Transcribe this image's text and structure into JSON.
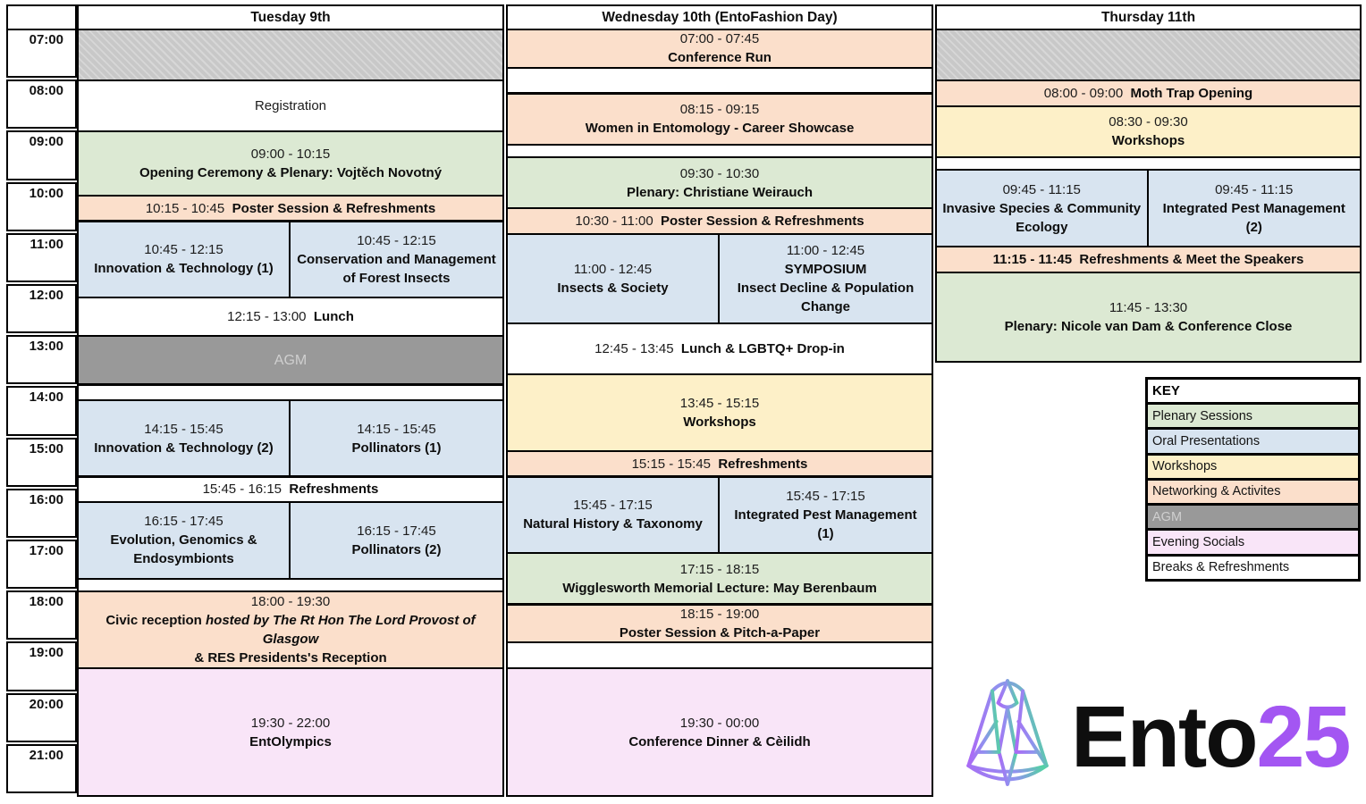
{
  "title": "Ento25 Conference Schedule",
  "colors": {
    "border": "#000000",
    "plenary": "#dce9d3",
    "oral": "#d8e4f0",
    "workshop": "#fdf0c8",
    "networking": "#fbdfcb",
    "agm": "#999999",
    "agm-text": "#cfcfcf",
    "social": "#f9e5f8",
    "break-bg": "#ffffff",
    "unavailable-base": "#c8c8c8",
    "unavailable-stripe": "#d7d7d7",
    "logo-accent": "#a356f2",
    "logo-grad-from": "#a96cf5",
    "logo-grad-mid": "#8f93ee",
    "logo-grad-to": "#52d3a2"
  },
  "time_axis": {
    "labels": [
      "07:00",
      "08:00",
      "09:00",
      "10:00",
      "11:00",
      "12:00",
      "13:00",
      "14:00",
      "15:00",
      "16:00",
      "17:00",
      "18:00",
      "19:00",
      "20:00",
      "21:00"
    ]
  },
  "days": [
    {
      "label": "Tuesday 9th",
      "events": [
        {
          "s": 7,
          "e": 8,
          "type": "unavailable",
          "lines": []
        },
        {
          "s": 8,
          "e": 9,
          "type": "break",
          "lines": [
            [
              {
                "t": "Registration"
              }
            ]
          ]
        },
        {
          "s": 9,
          "e": 10.25,
          "type": "plenary",
          "lines": [
            [
              {
                "t": "09:00 - 10:15"
              }
            ],
            [
              {
                "t": "Opening Ceremony & Plenary: Vojtěch Novotný",
                "b": 1
              }
            ]
          ]
        },
        {
          "s": 10.25,
          "e": 10.75,
          "type": "networking",
          "lines": [
            [
              {
                "t": "10:15 - 10:45  "
              },
              {
                "t": "Poster Session & Refreshments",
                "b": 1
              }
            ]
          ]
        },
        {
          "s": 10.75,
          "e": 12.25,
          "type": "oral",
          "half": "left",
          "lines": [
            [
              {
                "t": "10:45 - 12:15"
              }
            ],
            [
              {
                "t": "Innovation & Technology (1)",
                "b": 1
              }
            ]
          ]
        },
        {
          "s": 10.75,
          "e": 12.25,
          "type": "oral",
          "half": "right",
          "lines": [
            [
              {
                "t": "10:45 - 12:15"
              }
            ],
            [
              {
                "t": "Conservation and Management of Forest Insects",
                "b": 1
              }
            ]
          ]
        },
        {
          "s": 12.25,
          "e": 13,
          "type": "break",
          "lines": [
            [
              {
                "t": "12:15 - 13:00  "
              },
              {
                "t": "Lunch",
                "b": 1
              }
            ]
          ]
        },
        {
          "s": 13,
          "e": 13.95,
          "type": "agm",
          "lines": [
            [
              {
                "t": "AGM"
              }
            ]
          ]
        },
        {
          "s": 13.95,
          "e": 14.25,
          "type": "break",
          "lines": []
        },
        {
          "s": 14.25,
          "e": 15.75,
          "type": "oral",
          "half": "left",
          "lines": [
            [
              {
                "t": "14:15 - 15:45"
              }
            ],
            [
              {
                "t": "Innovation & Technology (2)",
                "b": 1
              }
            ]
          ]
        },
        {
          "s": 14.25,
          "e": 15.75,
          "type": "oral",
          "half": "right",
          "lines": [
            [
              {
                "t": "14:15 - 15:45"
              }
            ],
            [
              {
                "t": "Pollinators (1)",
                "b": 1
              }
            ]
          ]
        },
        {
          "s": 15.75,
          "e": 16.25,
          "type": "break",
          "lines": [
            [
              {
                "t": "15:45 - 16:15  "
              },
              {
                "t": "Refreshments",
                "b": 1
              }
            ]
          ]
        },
        {
          "s": 16.25,
          "e": 17.75,
          "type": "oral",
          "half": "left",
          "lines": [
            [
              {
                "t": "16:15 - 17:45"
              }
            ],
            [
              {
                "t": "Evolution, Genomics & Endosymbionts",
                "b": 1
              }
            ]
          ]
        },
        {
          "s": 16.25,
          "e": 17.75,
          "type": "oral",
          "half": "right",
          "lines": [
            [
              {
                "t": "16:15 - 17:45"
              }
            ],
            [
              {
                "t": "Pollinators (2)",
                "b": 1
              }
            ]
          ]
        },
        {
          "s": 17.75,
          "e": 18,
          "type": "break",
          "lines": []
        },
        {
          "s": 18,
          "e": 19.5,
          "type": "networking",
          "lines": [
            [
              {
                "t": "18:00 - 19:30"
              }
            ],
            [
              {
                "t": "Civic reception ",
                "b": 1
              },
              {
                "t": "hosted by The Rt Hon The Lord Provost of Glasgow",
                "b": 1,
                "i": 1
              }
            ],
            [
              {
                "t": "& RES Presidents's Reception",
                "b": 1
              }
            ]
          ]
        },
        {
          "s": 19.5,
          "e": 22,
          "type": "social",
          "lines": [
            [
              {
                "t": "19:30 - 22:00"
              }
            ],
            [
              {
                "t": "EntOlympics",
                "b": 1
              }
            ]
          ]
        }
      ]
    },
    {
      "label": "Wednesday 10th (EntoFashion Day)",
      "events": [
        {
          "s": 7,
          "e": 7.75,
          "type": "networking",
          "lines": [
            [
              {
                "t": "07:00 - 07:45"
              }
            ],
            [
              {
                "t": "Conference Run",
                "b": 1
              }
            ]
          ]
        },
        {
          "s": 7.75,
          "e": 8.25,
          "type": "break",
          "lines": []
        },
        {
          "s": 8.25,
          "e": 9.25,
          "type": "networking",
          "lines": [
            [
              {
                "t": "08:15 - 09:15"
              }
            ],
            [
              {
                "t": "Women in Entomology - Career Showcase",
                "b": 1
              }
            ]
          ]
        },
        {
          "s": 9.25,
          "e": 9.5,
          "type": "break",
          "lines": []
        },
        {
          "s": 9.5,
          "e": 10.5,
          "type": "plenary",
          "lines": [
            [
              {
                "t": "09:30 - 10:30"
              }
            ],
            [
              {
                "t": "Plenary: Christiane Weirauch",
                "b": 1
              }
            ]
          ]
        },
        {
          "s": 10.5,
          "e": 11,
          "type": "networking",
          "lines": [
            [
              {
                "t": "10:30 - 11:00  "
              },
              {
                "t": "Poster Session & Refreshments",
                "b": 1
              }
            ]
          ]
        },
        {
          "s": 11,
          "e": 12.75,
          "type": "oral",
          "half": "left",
          "lines": [
            [
              {
                "t": "11:00 - 12:45"
              }
            ],
            [
              {
                "t": "Insects & Society",
                "b": 1
              }
            ]
          ]
        },
        {
          "s": 11,
          "e": 12.75,
          "type": "oral",
          "half": "right",
          "lines": [
            [
              {
                "t": "11:00 - 12:45"
              }
            ],
            [
              {
                "t": "SYMPOSIUM",
                "b": 1
              }
            ],
            [
              {
                "t": "Insect Decline & Population Change",
                "b": 1
              }
            ]
          ]
        },
        {
          "s": 12.75,
          "e": 13.75,
          "type": "break",
          "lines": [
            [
              {
                "t": "12:45 - 13:45  "
              },
              {
                "t": "Lunch & LGBTQ+ Drop-in",
                "b": 1
              }
            ]
          ]
        },
        {
          "s": 13.75,
          "e": 15.25,
          "type": "workshop",
          "lines": [
            [
              {
                "t": "13:45 - 15:15"
              }
            ],
            [
              {
                "t": "Workshops",
                "b": 1
              }
            ]
          ]
        },
        {
          "s": 15.25,
          "e": 15.75,
          "type": "networking",
          "lines": [
            [
              {
                "t": "15:15 - 15:45  "
              },
              {
                "t": "Refreshments",
                "b": 1
              }
            ]
          ]
        },
        {
          "s": 15.75,
          "e": 17.25,
          "type": "oral",
          "half": "left",
          "lines": [
            [
              {
                "t": "15:45 - 17:15"
              }
            ],
            [
              {
                "t": "Natural History & Taxonomy",
                "b": 1
              }
            ]
          ]
        },
        {
          "s": 15.75,
          "e": 17.25,
          "type": "oral",
          "half": "right",
          "lines": [
            [
              {
                "t": "15:45 - 17:15"
              }
            ],
            [
              {
                "t": "Integrated Pest Management (1)",
                "b": 1
              }
            ]
          ]
        },
        {
          "s": 17.25,
          "e": 18.25,
          "type": "plenary",
          "lines": [
            [
              {
                "t": "17:15 - 18:15"
              }
            ],
            [
              {
                "t": "Wigglesworth Memorial Lecture: May Berenbaum",
                "b": 1
              }
            ]
          ]
        },
        {
          "s": 18.25,
          "e": 19,
          "type": "networking",
          "lines": [
            [
              {
                "t": "18:15 - 19:00"
              }
            ],
            [
              {
                "t": "Poster Session & Pitch-a-Paper",
                "b": 1
              }
            ]
          ]
        },
        {
          "s": 19,
          "e": 19.5,
          "type": "break",
          "lines": []
        },
        {
          "s": 19.5,
          "e": 22,
          "type": "social",
          "lines": [
            [
              {
                "t": "19:30 - 00:00"
              }
            ],
            [
              {
                "t": "Conference Dinner & Cèilidh",
                "b": 1
              }
            ]
          ]
        }
      ]
    },
    {
      "label": "Thursday 11th",
      "events": [
        {
          "s": 7,
          "e": 8,
          "type": "unavailable",
          "lines": []
        },
        {
          "s": 8,
          "e": 8.5,
          "type": "networking",
          "lines": [
            [
              {
                "t": "08:00 - 09:00  "
              },
              {
                "t": "Moth Trap Opening",
                "b": 1
              }
            ]
          ]
        },
        {
          "s": 8.5,
          "e": 9.5,
          "type": "workshop",
          "lines": [
            [
              {
                "t": "08:30 - 09:30"
              }
            ],
            [
              {
                "t": "Workshops",
                "b": 1
              }
            ]
          ]
        },
        {
          "s": 9.5,
          "e": 9.75,
          "type": "break",
          "lines": []
        },
        {
          "s": 9.75,
          "e": 11.25,
          "type": "oral",
          "half": "left",
          "lines": [
            [
              {
                "t": "09:45 - 11:15"
              }
            ],
            [
              {
                "t": "Invasive Species & Community Ecology",
                "b": 1
              }
            ]
          ]
        },
        {
          "s": 9.75,
          "e": 11.25,
          "type": "oral",
          "half": "right",
          "lines": [
            [
              {
                "t": "09:45 - 11:15"
              }
            ],
            [
              {
                "t": "Integrated Pest Management (2)",
                "b": 1
              }
            ]
          ]
        },
        {
          "s": 11.25,
          "e": 11.75,
          "type": "networking",
          "lines": [
            [
              {
                "t": "11:15 - 11:45  ",
                "b": 1
              },
              {
                "t": "Refreshments & Meet the Speakers",
                "b": 1
              }
            ]
          ]
        },
        {
          "s": 11.75,
          "e": 13.5,
          "type": "plenary",
          "lines": [
            [
              {
                "t": "11:45 - 13:30"
              }
            ],
            [
              {
                "t": "Plenary: Nicole van Dam & Conference Close",
                "b": 1
              }
            ]
          ]
        }
      ]
    }
  ],
  "key": {
    "title": "KEY",
    "entries": [
      {
        "label": "Plenary Sessions",
        "type": "plenary"
      },
      {
        "label": "Oral Presentations",
        "type": "oral"
      },
      {
        "label": "Workshops",
        "type": "workshop"
      },
      {
        "label": "Networking & Activites",
        "type": "networking"
      },
      {
        "label": "AGM",
        "type": "agm"
      },
      {
        "label": "Evening Socials",
        "type": "social"
      },
      {
        "label": "Breaks & Refreshments",
        "type": "break"
      }
    ]
  },
  "logo": {
    "part_black": "Ento",
    "part_accent": "25"
  }
}
